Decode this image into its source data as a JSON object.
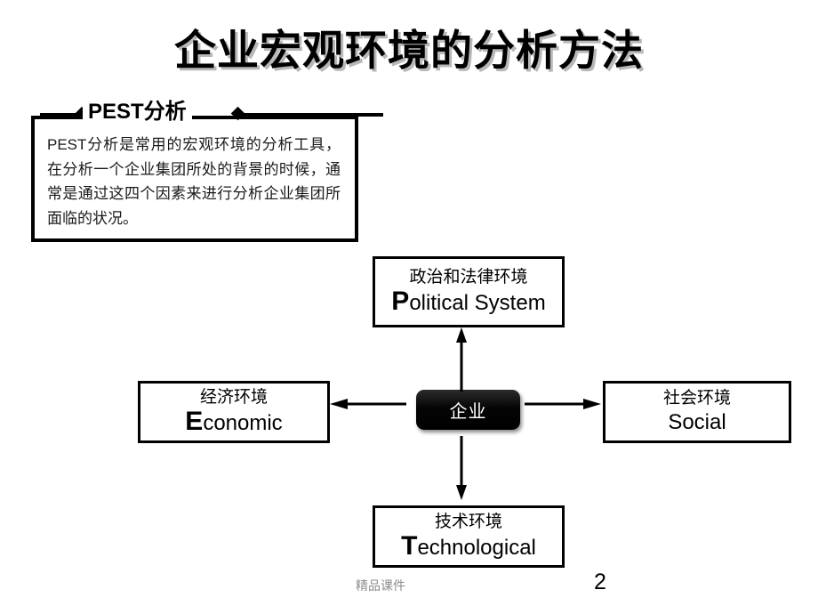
{
  "slide": {
    "title": "企业宏观环境的分析方法",
    "page_number": "2",
    "footer_note": "精品课件",
    "background_color": "#ffffff",
    "title_shadow_color": "#b8b8b8"
  },
  "pest_callout": {
    "header_label": "PEST分析",
    "body_text": "PEST分析是常用的宏观环境的分析工具，在分析一个企业集团所处的背景的时候，通常是通过这四个因素来进行分析企业集团所面临的状况。",
    "border_color": "#000000"
  },
  "center_node": {
    "label": "企业",
    "fill_color": "#000000",
    "text_color": "#ffffff"
  },
  "factors": [
    {
      "key": "political",
      "chinese": "政治和法律环境",
      "initial": "P",
      "english_rest": "olitical System",
      "position": "top"
    },
    {
      "key": "economic",
      "chinese": "经济环境",
      "initial": "E",
      "english_rest": "conomic",
      "position": "left"
    },
    {
      "key": "social",
      "chinese": "社会环境",
      "initial": "S",
      "english_rest": "ocial",
      "position": "right"
    },
    {
      "key": "technological",
      "chinese": "技术环境",
      "initial": "T",
      "english_rest": "echnological",
      "position": "bottom"
    }
  ],
  "arrows": [
    {
      "name": "arrow-up",
      "direction": "up",
      "from": "center",
      "to": "political"
    },
    {
      "name": "arrow-down",
      "direction": "down",
      "from": "center",
      "to": "technological"
    },
    {
      "name": "arrow-left",
      "direction": "left",
      "from": "center",
      "to": "economic"
    },
    {
      "name": "arrow-right",
      "direction": "right",
      "from": "center",
      "to": "social"
    }
  ]
}
